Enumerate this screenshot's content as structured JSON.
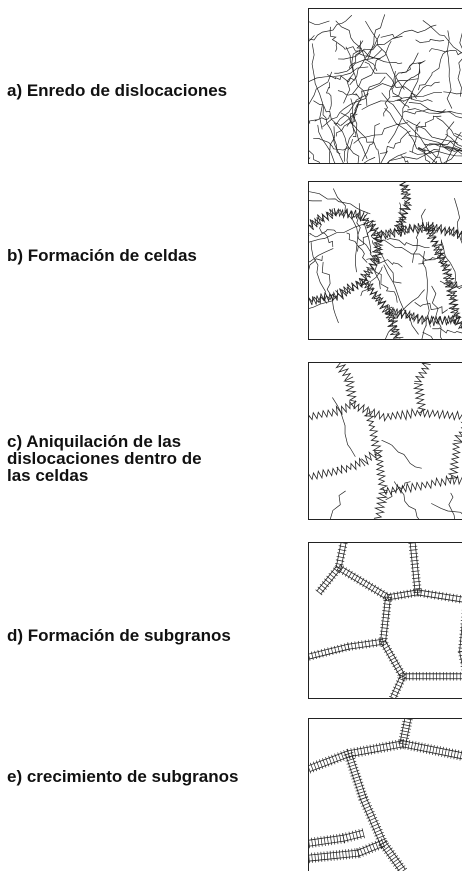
{
  "stages": [
    {
      "key": "a",
      "label": "a) Enredo de dislocaciones"
    },
    {
      "key": "b",
      "label": "b) Formación de celdas"
    },
    {
      "key": "c",
      "label": "c) Aniquilación de las\ndislocaciones dentro de\nlas celdas"
    },
    {
      "key": "d",
      "label": "d) Formación de subgranos"
    },
    {
      "key": "e",
      "label": "e) crecimiento de  subgranos"
    }
  ]
}
